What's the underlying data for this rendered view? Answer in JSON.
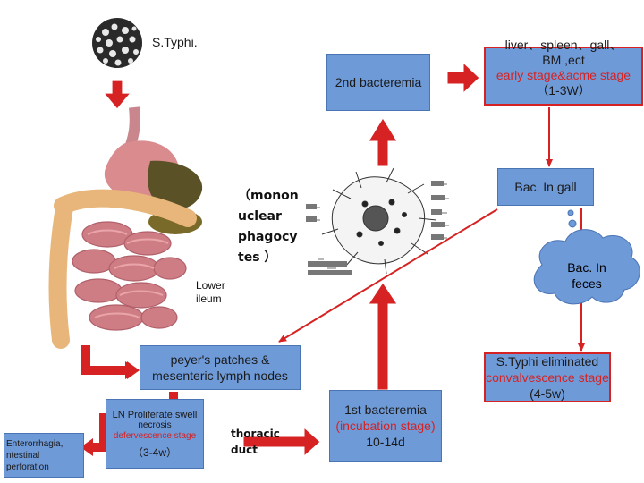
{
  "pathogen": {
    "label": "S.Typhi."
  },
  "stage_2nd_bacteremia": {
    "label": "2nd bacteremia"
  },
  "organs_box": {
    "line1": "liver、spleen、gall、",
    "line2": "BM ,ect",
    "line3": "early stage&acme stage",
    "line4": "（1-3W）"
  },
  "mononuclear": {
    "lines": [
      "（monon",
      "uclear",
      "phagocy",
      "tes ）"
    ]
  },
  "bac_in_gall": {
    "label": "Bac. In gall"
  },
  "bac_in_feces": {
    "label": "Bac. In feces"
  },
  "lower_ileum": {
    "line1": "Lower",
    "line2": "ileum"
  },
  "peyers_patches": {
    "line1": "peyer's  patches &",
    "line2": "mesenteric lymph nodes"
  },
  "eliminated": {
    "line1": "S.Typhi eliminated",
    "line2": "convalvescence stage",
    "line3": "(4-5w)"
  },
  "ln_box": {
    "line1": "LN Proliferate,swell",
    "line2": "necrosis",
    "line3": "defervescence stage",
    "line4": "（3-4w）"
  },
  "complications": {
    "line1": "Enterorrhagia,i",
    "line2": "ntestinal",
    "line3": "perforation"
  },
  "thoracic_duct": {
    "line1": "thoracic",
    "line2": "duct"
  },
  "first_bacteremia": {
    "line1": "1st bacteremia",
    "line2": "(incubation stage)",
    "line3": "10-14d"
  },
  "colors": {
    "box_blue": "#6f9ad8",
    "arrow_red": "#d62222",
    "box_border_red": "#d62222"
  },
  "icons": [
    "bacteria-cluster-icon",
    "digestive-tract-icon",
    "macrophage-cell-icon"
  ]
}
